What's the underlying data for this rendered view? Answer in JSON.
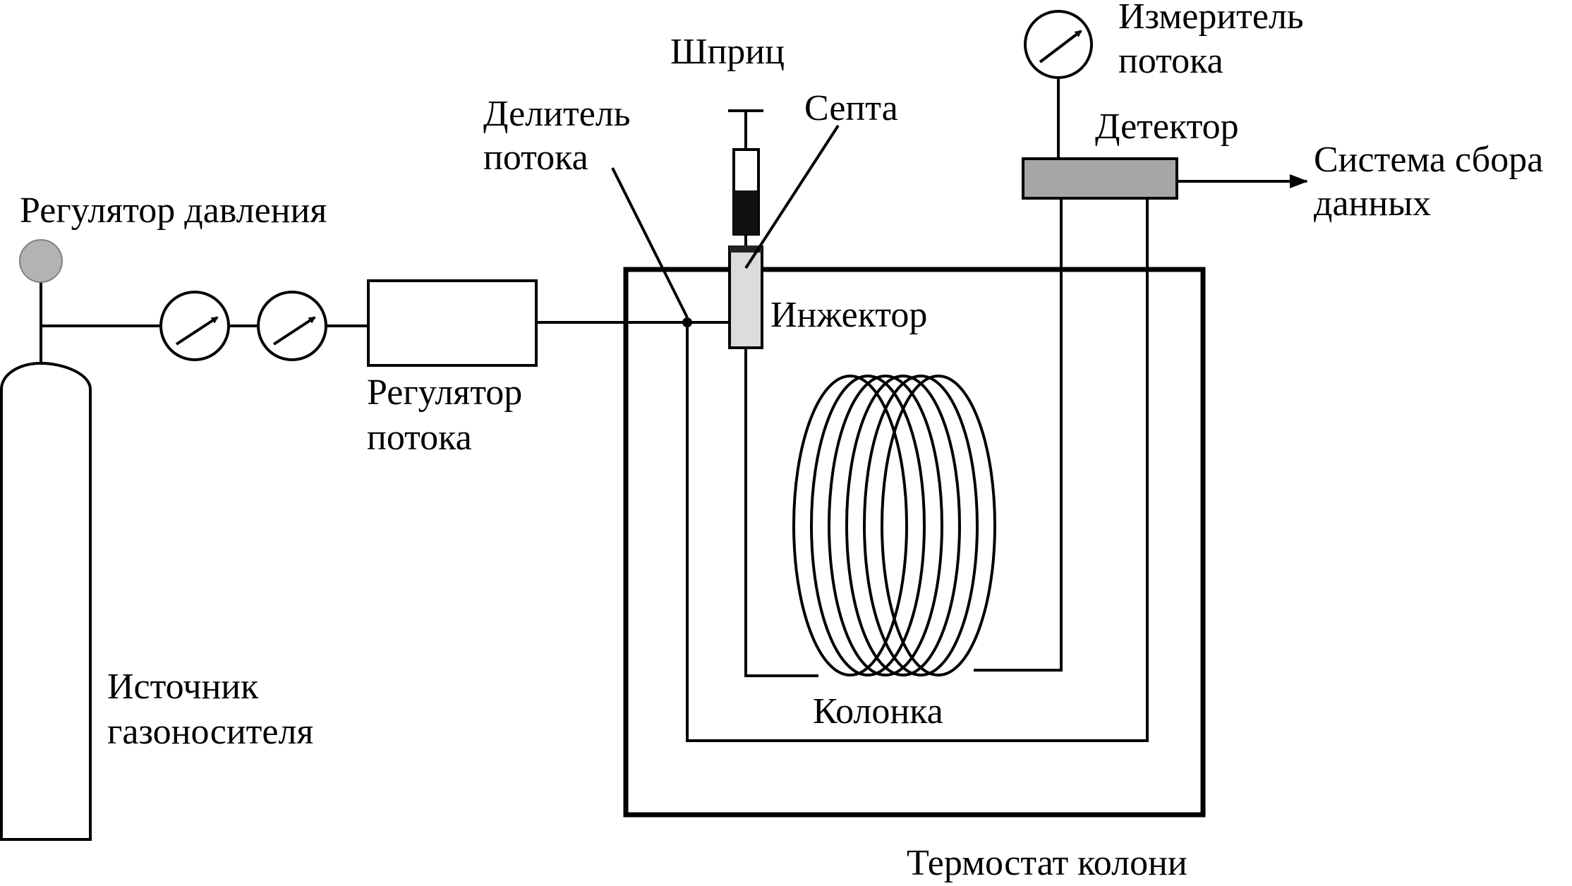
{
  "labels": {
    "pressure_regulator": "Регулятор давления",
    "carrier_gas_source_line1": "Источник",
    "carrier_gas_source_line2": "газоносителя",
    "flow_regulator_line1": "Регулятор",
    "flow_regulator_line2": "потока",
    "splitter_line1": "Делитель",
    "splitter_line2": "потока",
    "syringe": "Шприц",
    "septum": "Септа",
    "injector": "Инжектор",
    "flow_meter_line1": "Измеритель",
    "flow_meter_line2": "потока",
    "detector": "Детектор",
    "data_system_line1": "Система сбора",
    "data_system_line2": "данных",
    "column": "Колонка",
    "column_oven": "Термостат колони"
  },
  "colors": {
    "line": "#000000",
    "regulator_knob": "#b3b3b3",
    "detector_fill": "#a6a6a6",
    "injector_fill": "#dcdcdc",
    "syringe_liquid": "#111111"
  }
}
